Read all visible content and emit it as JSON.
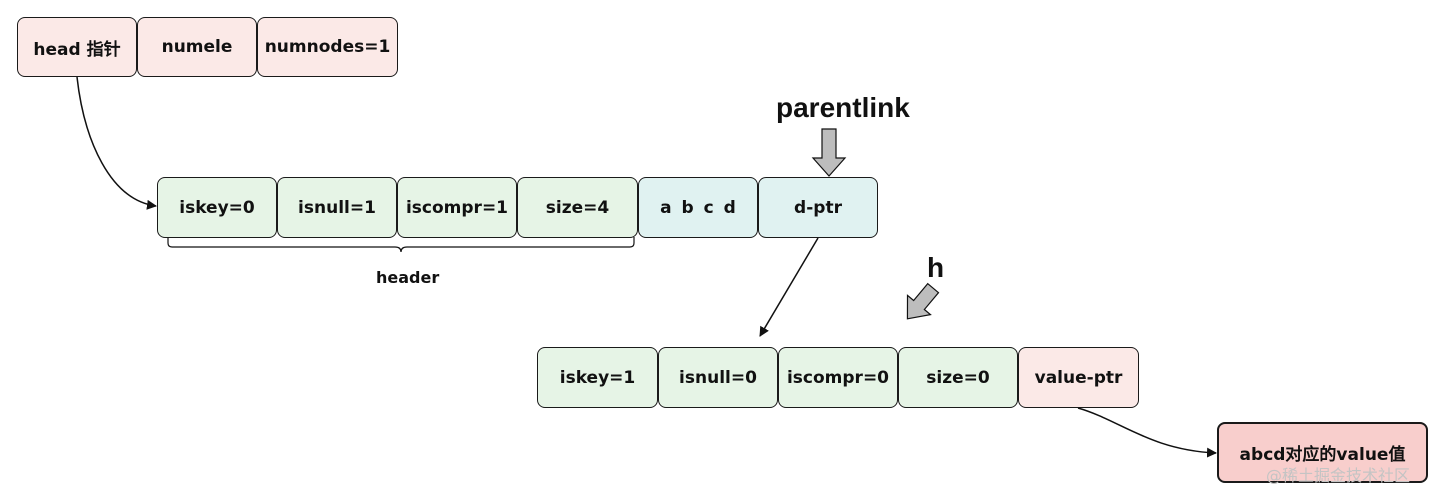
{
  "head_row": [
    "head 指针",
    "numele",
    "numnodes=1"
  ],
  "node1": {
    "header_cells": [
      "iskey=0",
      "isnull=1",
      "iscompr=1",
      "size=4"
    ],
    "data_cell": "a b c d",
    "ptr_cell": "d-ptr",
    "header_label": "header"
  },
  "node2": {
    "header_cells": [
      "iskey=1",
      "isnull=0",
      "iscompr=0",
      "size=0"
    ],
    "ptr_cell": "value-ptr"
  },
  "value_box": "abcd对应的value值",
  "pointers": {
    "parentlink": "parentlink",
    "h": "h"
  },
  "watermark": "@稀土掘金技术社区",
  "colors": {
    "pink": "#fbe9e7",
    "green": "#e6f4e6",
    "teal": "#e0f2f1",
    "value": "#f8cecc",
    "block_arrow": "#bdbdbd"
  }
}
